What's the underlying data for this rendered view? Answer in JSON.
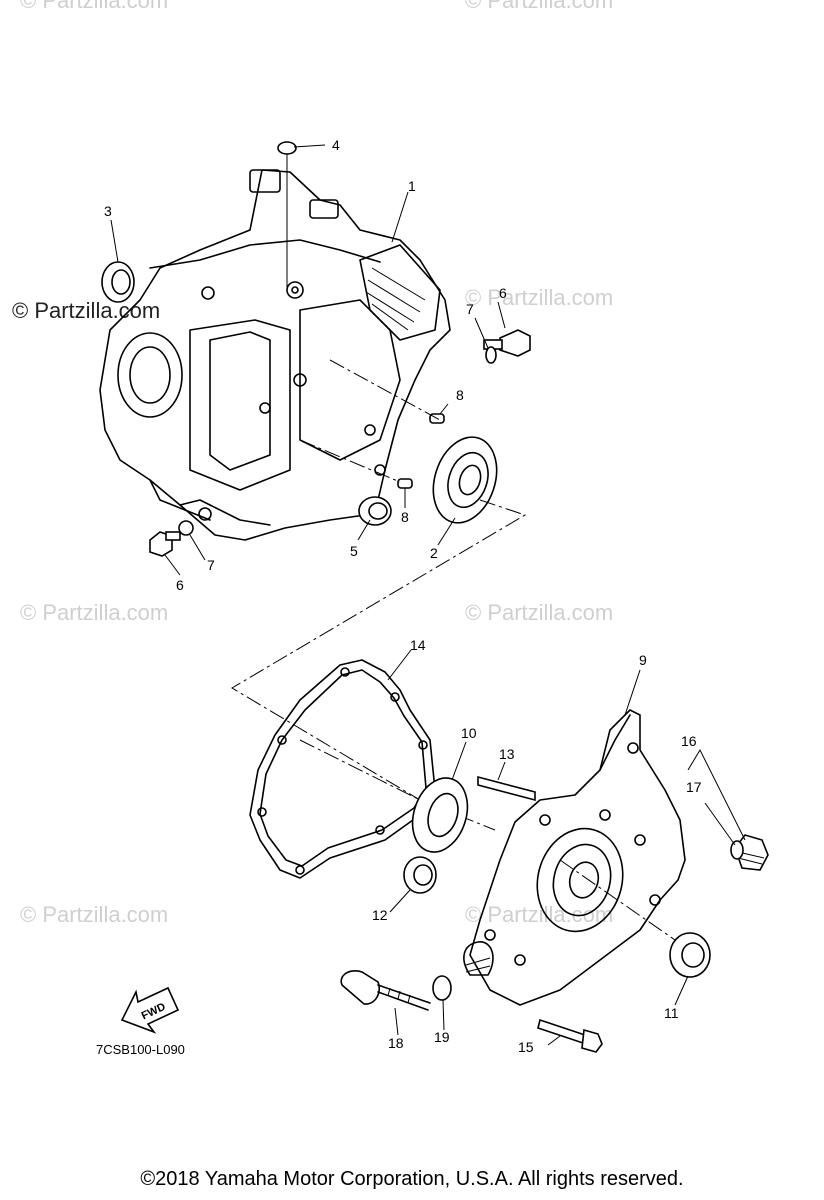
{
  "watermarks": {
    "primary": "© Partzilla.com",
    "faint": "© Partzilla.com"
  },
  "callouts": [
    "1",
    "2",
    "3",
    "4",
    "5",
    "6",
    "7",
    "8",
    "9",
    "10",
    "11",
    "12",
    "13",
    "14",
    "15",
    "16",
    "17",
    "18",
    "19"
  ],
  "labels": {
    "six_b": "6",
    "seven_b": "7",
    "eight_b": "8"
  },
  "fwd_label": "FWD",
  "diagram_ref": "7CSB100-L090",
  "copyright": "©2018  Yamaha Motor Corporation, U.S.A. All rights reserved."
}
